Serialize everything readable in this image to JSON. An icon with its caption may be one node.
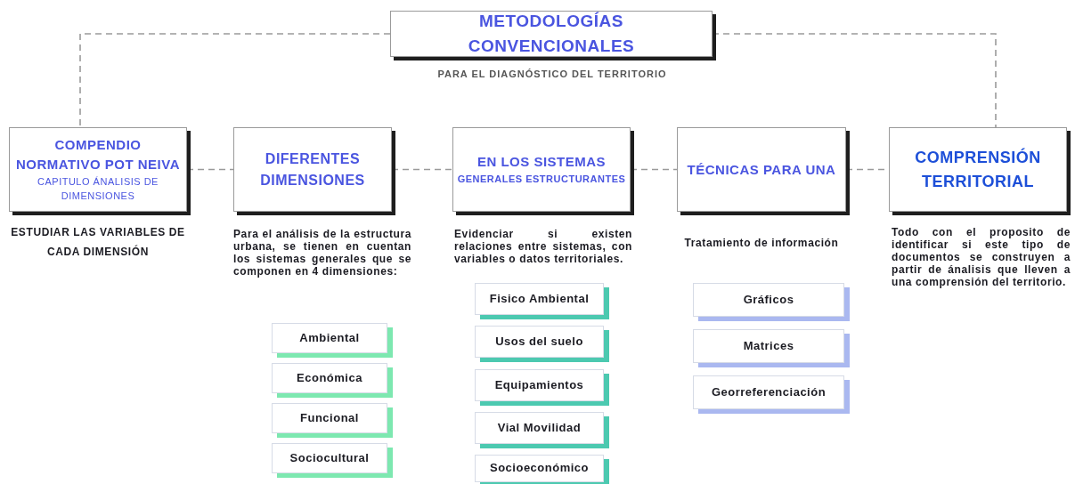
{
  "diagram": {
    "nodes": [
      {
        "text": [
          "METODOLOGÍAS CONVENCIONALES"
        ],
        "beside": [
          "PARA EL DIAGNÓSTICO DEL TERRITORIO"
        ]
      },
      {
        "text": [
          "COMPENDIO NORMATIVO POT NEIVA",
          "CAPITULO ÁNALISIS DE DIMENSIONES"
        ],
        "beside": [
          "ESTUDIAR LAS VARIABLES DE CADA DIMENSIÓN"
        ]
      },
      {
        "text": [
          "DIFERENTES DIMENSIONES"
        ],
        "beside": [
          "Para el análisis de la estructura urbana, se tienen en cuentan los sistemas generales que se componen en 4 dimensiones:"
        ]
      },
      {
        "text": [
          "EN LOS SISTEMAS",
          "GENERALES ESTRUCTURANTES"
        ],
        "beside": [
          "Evidenciar si existen relaciones entre sistemas, con variables o datos territoriales."
        ]
      },
      {
        "text": [
          "TÉCNICAS PARA UNA"
        ],
        "beside": [
          "Tratamiento de información"
        ]
      },
      {
        "text": [
          "COMPRENSIÓN TERRITORIAL"
        ],
        "beside": [
          "Todo con el proposito de identificar si este tipo de documentos se construyen a partir de ánalisis que lleven a una comprensión del territorio."
        ]
      },
      {
        "text": [
          "Ambiental"
        ]
      },
      {
        "text": [
          "Económica"
        ]
      },
      {
        "text": [
          "Funcional"
        ]
      },
      {
        "text": [
          "Sociocultural"
        ]
      },
      {
        "text": [
          "Fisico Ambiental"
        ]
      },
      {
        "text": [
          "Usos del suelo"
        ]
      },
      {
        "text": [
          "Equipamientos"
        ]
      },
      {
        "text": [
          "Vial Movilidad"
        ]
      },
      {
        "text": [
          "Socioeconómico"
        ]
      },
      {
        "text": [
          "Gráficos"
        ]
      },
      {
        "text": [
          "Matrices"
        ]
      },
      {
        "text": [
          "Georreferenciación"
        ]
      }
    ],
    "edges": [
      {
        "from": 0,
        "to": 1,
        "arrow": "none",
        "style": "dashed"
      },
      {
        "from": 0,
        "to": 5,
        "arrow": "none",
        "style": "dashed"
      },
      {
        "from": 1,
        "to": 2,
        "arrow": "none",
        "style": "dashed"
      },
      {
        "from": 2,
        "to": 3,
        "arrow": "none",
        "style": "dashed"
      },
      {
        "from": 3,
        "to": 4,
        "arrow": "none",
        "style": "dashed"
      },
      {
        "from": 4,
        "to": 5,
        "arrow": "none",
        "style": "dashed"
      }
    ]
  }
}
